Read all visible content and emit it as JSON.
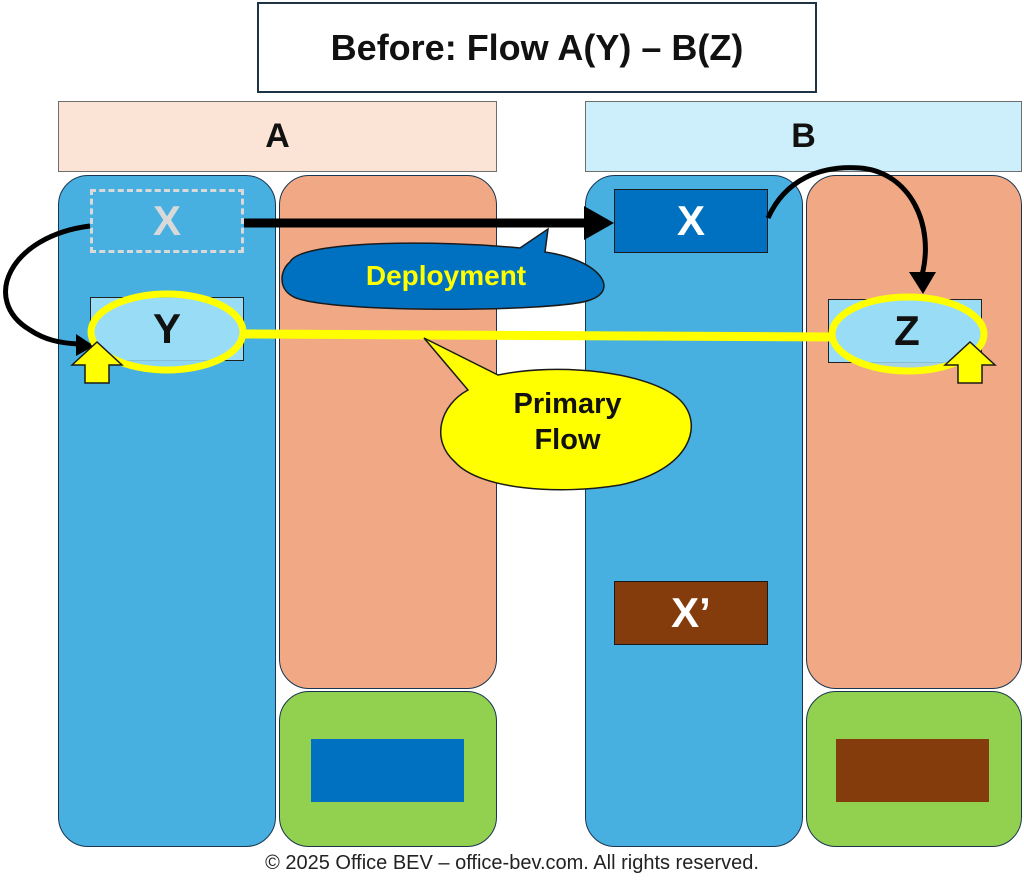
{
  "title": "Before: Flow A(Y) – B(Z)",
  "header_a": "A",
  "header_b": "B",
  "box_x_old": "X",
  "box_y": "Y",
  "box_x_new": "X",
  "box_z": "Z",
  "box_x_prime": "X’",
  "deployment_label": "Deployment",
  "primary_flow_label_line1": "Primary",
  "primary_flow_label_line2": "Flow",
  "footer": "© 2025 Office BEV – office-bev.com. All rights reserved.",
  "colors": {
    "column_blue": "#47b0e0",
    "column_salmon": "#f1a985",
    "column_green": "#92d050",
    "header_a_bg": "#fbe3d6",
    "header_b_bg": "#cdeefb",
    "x_box": "#0070c0",
    "x_prime_box": "#843c0c",
    "highlight_yellow": "#ffff00",
    "y_z_box": "#99dcf6"
  }
}
